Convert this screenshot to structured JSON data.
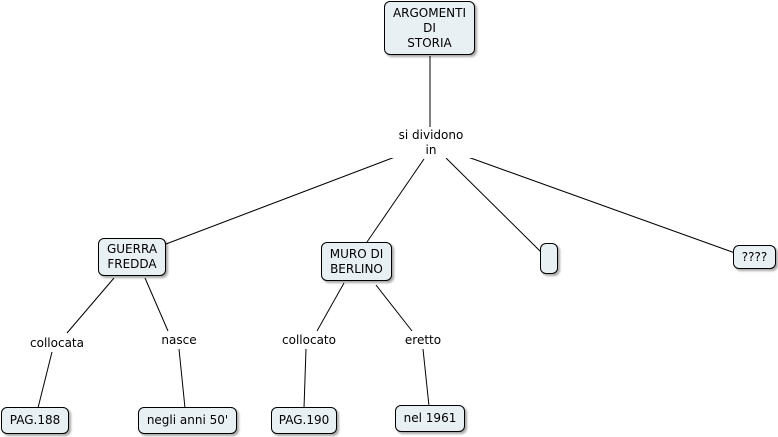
{
  "colors": {
    "node_fill": "#e9f0f3",
    "node_border": "#000000",
    "line": "#000000"
  },
  "concepts": {
    "root": "ARGOMENTI\nDI\nSTORIA",
    "guerra_fredda": "GUERRA\nFREDDA",
    "muro_di_berlino": "MURO DI\nBERLINO",
    "empty": "",
    "unknown": "????",
    "pag_188": "PAG.188",
    "anni_50": "negli anni 50'",
    "pag_190": "PAG.190",
    "nel_1961": "nel 1961"
  },
  "linking_phrases": {
    "si_dividono_in": "si dividono\nin",
    "collocata": "collocata",
    "nasce": "nasce",
    "collocato": "collocato",
    "eretto": "eretto"
  }
}
